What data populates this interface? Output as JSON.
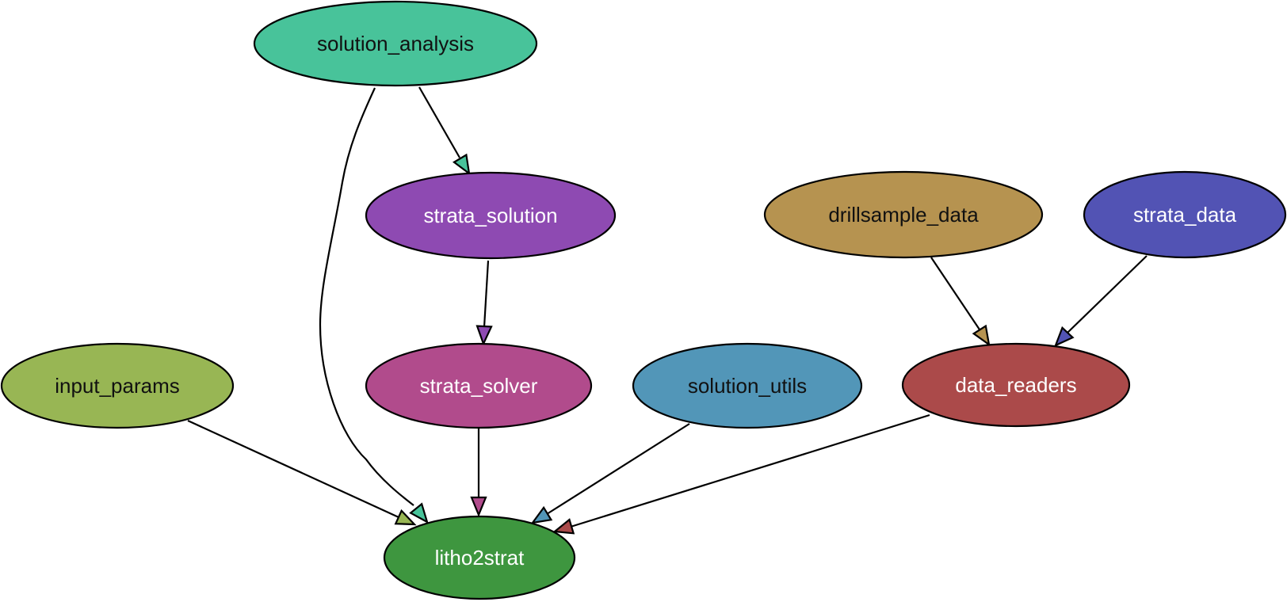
{
  "diagram": {
    "type": "dependency-graph",
    "nodes": [
      {
        "id": "solution_analysis",
        "label": "solution_analysis",
        "fill": "#48c39a",
        "text_color": "#111111"
      },
      {
        "id": "strata_solution",
        "label": "strata_solution",
        "fill": "#8e4ab2",
        "text_color": "#ffffff"
      },
      {
        "id": "drillsample_data",
        "label": "drillsample_data",
        "fill": "#b69350",
        "text_color": "#111111"
      },
      {
        "id": "strata_data",
        "label": "strata_data",
        "fill": "#5253b4",
        "text_color": "#ffffff"
      },
      {
        "id": "input_params",
        "label": "input_params",
        "fill": "#98b654",
        "text_color": "#111111"
      },
      {
        "id": "strata_solver",
        "label": "strata_solver",
        "fill": "#b14b8c",
        "text_color": "#ffffff"
      },
      {
        "id": "solution_utils",
        "label": "solution_utils",
        "fill": "#5296b8",
        "text_color": "#111111"
      },
      {
        "id": "data_readers",
        "label": "data_readers",
        "fill": "#ab4a4a",
        "text_color": "#ffffff"
      },
      {
        "id": "litho2strat",
        "label": "litho2strat",
        "fill": "#3e963f",
        "text_color": "#ffffff"
      }
    ],
    "edges": [
      {
        "from": "solution_analysis",
        "to": "strata_solution"
      },
      {
        "from": "solution_analysis",
        "to": "litho2strat"
      },
      {
        "from": "strata_solution",
        "to": "strata_solver"
      },
      {
        "from": "drillsample_data",
        "to": "data_readers"
      },
      {
        "from": "strata_data",
        "to": "data_readers"
      },
      {
        "from": "input_params",
        "to": "litho2strat"
      },
      {
        "from": "strata_solver",
        "to": "litho2strat"
      },
      {
        "from": "solution_utils",
        "to": "litho2strat"
      },
      {
        "from": "data_readers",
        "to": "litho2strat"
      }
    ]
  }
}
